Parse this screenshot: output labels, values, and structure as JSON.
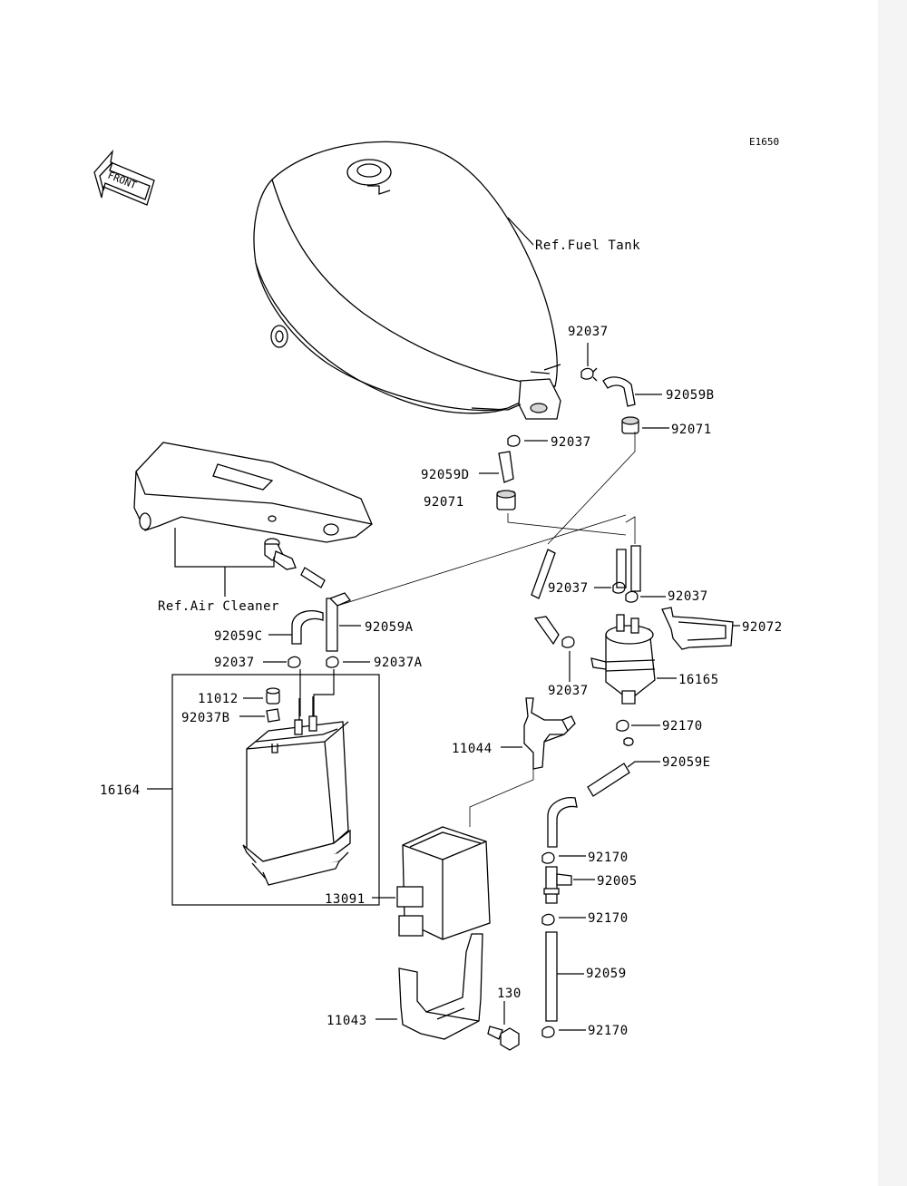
{
  "diagram_code": "E1650",
  "front_arrow": {
    "label": "FRONT"
  },
  "refs": {
    "fuel_tank": "Ref.Fuel Tank",
    "air_cleaner": "Ref.Air Cleaner"
  },
  "callouts": [
    {
      "id": "c-92037-top",
      "label": "92037"
    },
    {
      "id": "c-92059B",
      "label": "92059B"
    },
    {
      "id": "c-92037-mid",
      "label": "92037"
    },
    {
      "id": "c-92071-right",
      "label": "92071"
    },
    {
      "id": "c-92059D",
      "label": "92059D"
    },
    {
      "id": "c-92071-left",
      "label": "92071"
    },
    {
      "id": "c-92037-c",
      "label": "92037"
    },
    {
      "id": "c-92037-d",
      "label": "92037"
    },
    {
      "id": "c-92072",
      "label": "92072"
    },
    {
      "id": "c-92059C",
      "label": "92059C"
    },
    {
      "id": "c-92059A",
      "label": "92059A"
    },
    {
      "id": "c-92037-e",
      "label": "92037"
    },
    {
      "id": "c-92037A",
      "label": "92037A"
    },
    {
      "id": "c-16165",
      "label": "16165"
    },
    {
      "id": "c-92037-f",
      "label": "92037"
    },
    {
      "id": "c-11012",
      "label": "11012"
    },
    {
      "id": "c-92037B",
      "label": "92037B"
    },
    {
      "id": "c-92170-a",
      "label": "92170"
    },
    {
      "id": "c-11044",
      "label": "11044"
    },
    {
      "id": "c-92059E",
      "label": "92059E"
    },
    {
      "id": "c-16164",
      "label": "16164"
    },
    {
      "id": "c-92170-b",
      "label": "92170"
    },
    {
      "id": "c-92005",
      "label": "92005"
    },
    {
      "id": "c-13091",
      "label": "13091"
    },
    {
      "id": "c-92170-c",
      "label": "92170"
    },
    {
      "id": "c-92059",
      "label": "92059"
    },
    {
      "id": "c-130",
      "label": "130"
    },
    {
      "id": "c-11043",
      "label": "11043"
    },
    {
      "id": "c-92170-d",
      "label": "92170"
    }
  ]
}
